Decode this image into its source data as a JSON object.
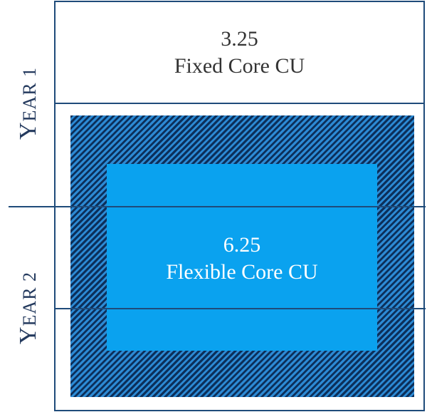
{
  "years": {
    "year1": {
      "prefix": "Y",
      "rest": "EAR 1"
    },
    "year2": {
      "prefix": "Y",
      "rest": "EAR 2"
    }
  },
  "fixed_core": {
    "value": "3.25",
    "label": "Fixed Core CU"
  },
  "flexible_core": {
    "value": "6.25",
    "label": "Flexible Core CU"
  },
  "colors": {
    "frame": "#1f4b7a",
    "hatch_dark": "#0c2f5a",
    "hatch_light": "#2c8ad4",
    "inner_fill": "#0aa2ef"
  }
}
